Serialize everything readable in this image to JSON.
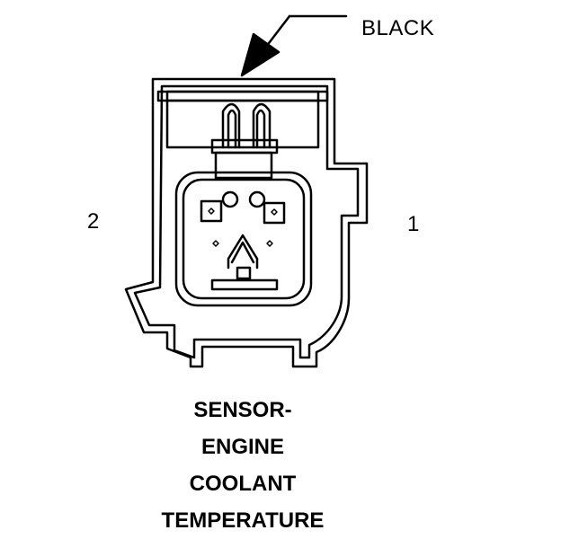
{
  "connector": {
    "color_label": "BLACK",
    "pins": {
      "left": "2",
      "right": "1"
    },
    "caption_lines": [
      "SENSOR-",
      "ENGINE",
      "COOLANT",
      "TEMPERATURE"
    ]
  },
  "colors": {
    "line": "#000000",
    "background": "#ffffff"
  }
}
